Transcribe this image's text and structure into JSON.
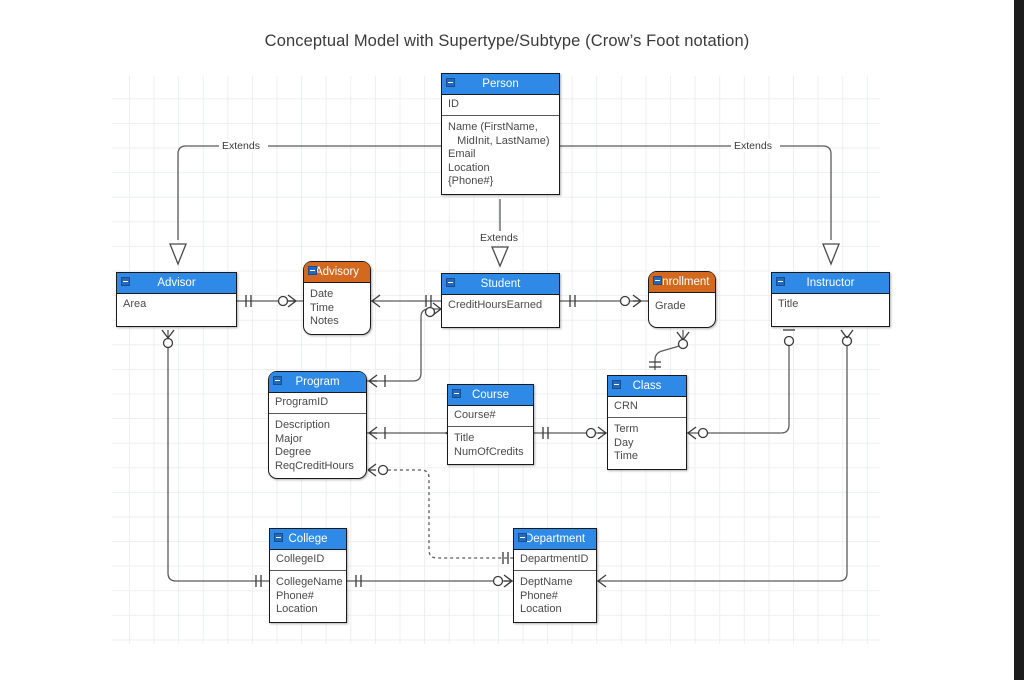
{
  "title": "Conceptual Model with Supertype/Subtype (Crow’s Foot notation)",
  "colors": {
    "entity_header_blue": "#2e8ae6",
    "associative_header_orange": "#d2691e",
    "border": "#1a1a1a",
    "connector": "#5a5a5a",
    "grid": "#eceff1",
    "text": "#4a4a4a"
  },
  "entities": [
    {
      "id": "person",
      "name": "Person",
      "kind": "supertype",
      "header_color": "#2e8ae6",
      "shape": "rectangle",
      "primary_key": "ID",
      "attributes": [
        "Name (FirstName,",
        "   MidInit, LastName)",
        "Email",
        "Location",
        "{Phone#}"
      ]
    },
    {
      "id": "advisor",
      "name": "Advisor",
      "kind": "subtype",
      "header_color": "#2e8ae6",
      "shape": "rectangle",
      "primary_key": "",
      "attributes": [
        "Area"
      ]
    },
    {
      "id": "advisory",
      "name": "Advisory",
      "kind": "associative",
      "header_color": "#d2691e",
      "shape": "rounded",
      "primary_key": "",
      "attributes": [
        "Date",
        "Time",
        "Notes"
      ]
    },
    {
      "id": "student",
      "name": "Student",
      "kind": "subtype",
      "header_color": "#2e8ae6",
      "shape": "rectangle",
      "primary_key": "",
      "attributes": [
        "CreditHoursEarned"
      ]
    },
    {
      "id": "enrollment",
      "name": "Enrollment",
      "kind": "associative",
      "header_color": "#d2691e",
      "shape": "rounded",
      "primary_key": "",
      "attributes": [
        "Grade"
      ]
    },
    {
      "id": "instructor",
      "name": "Instructor",
      "kind": "subtype",
      "header_color": "#2e8ae6",
      "shape": "rectangle",
      "primary_key": "",
      "attributes": [
        "Title"
      ]
    },
    {
      "id": "program",
      "name": "Program",
      "kind": "entity",
      "header_color": "#2e8ae6",
      "shape": "rounded",
      "primary_key": "ProgramID",
      "attributes": [
        "Description",
        "Major",
        "Degree",
        "ReqCreditHours"
      ]
    },
    {
      "id": "course",
      "name": "Course",
      "kind": "entity",
      "header_color": "#2e8ae6",
      "shape": "rectangle",
      "primary_key": "Course#",
      "attributes": [
        "Title",
        "NumOfCredits"
      ]
    },
    {
      "id": "class",
      "name": "Class",
      "kind": "entity",
      "header_color": "#2e8ae6",
      "shape": "rectangle",
      "primary_key": "CRN",
      "attributes": [
        "Term",
        "Day",
        "Time"
      ]
    },
    {
      "id": "college",
      "name": "College",
      "kind": "entity",
      "header_color": "#2e8ae6",
      "shape": "rectangle",
      "primary_key": "CollegeID",
      "attributes": [
        "CollegeName",
        "Phone#",
        "Location"
      ]
    },
    {
      "id": "department",
      "name": "Department",
      "kind": "entity",
      "header_color": "#2e8ae6",
      "shape": "rectangle",
      "primary_key": "DepartmentID",
      "attributes": [
        "DeptName",
        "Phone#",
        "Location"
      ]
    }
  ],
  "relationship_labels": {
    "extends_left": "Extends",
    "extends_middle": "Extends",
    "extends_right": "Extends"
  },
  "relationships": [
    {
      "from": "advisor",
      "to": "person",
      "label": "Extends",
      "style": "generalization"
    },
    {
      "from": "student",
      "to": "person",
      "label": "Extends",
      "style": "generalization"
    },
    {
      "from": "instructor",
      "to": "person",
      "label": "Extends",
      "style": "generalization"
    },
    {
      "from": "advisor",
      "to": "advisory",
      "label": "",
      "style": "one-to-many-optional"
    },
    {
      "from": "advisory",
      "to": "student",
      "label": "",
      "style": "many-to-one"
    },
    {
      "from": "student",
      "to": "enrollment",
      "label": "",
      "style": "one-to-many-optional"
    },
    {
      "from": "enrollment",
      "to": "class",
      "label": "",
      "style": "many-to-one"
    },
    {
      "from": "program",
      "to": "student",
      "label": "",
      "style": "one-to-many"
    },
    {
      "from": "program",
      "to": "course",
      "label": "",
      "style": "many-to-many"
    },
    {
      "from": "program",
      "to": "department",
      "label": "",
      "style": "dashed-optional"
    },
    {
      "from": "course",
      "to": "class",
      "label": "",
      "style": "one-to-many"
    },
    {
      "from": "class",
      "to": "instructor",
      "label": "",
      "style": "many-to-one-optional"
    },
    {
      "from": "advisor",
      "to": "college",
      "label": "",
      "style": "optional-one"
    },
    {
      "from": "college",
      "to": "department",
      "label": "",
      "style": "one-to-many"
    },
    {
      "from": "department",
      "to": "instructor",
      "label": "",
      "style": "one-to-many"
    }
  ]
}
